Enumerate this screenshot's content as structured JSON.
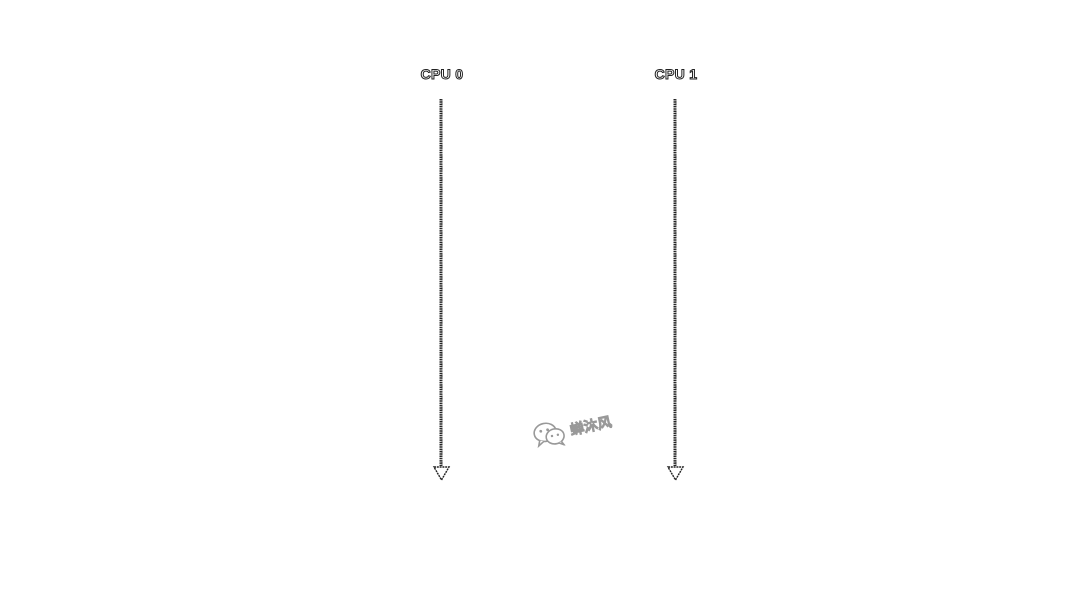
{
  "diagram": {
    "cpus": [
      {
        "label": "CPU 0"
      },
      {
        "label": "CPU 1"
      }
    ]
  },
  "watermark": {
    "text": "蝉沐风",
    "icon": "wechat-icon"
  },
  "colors": {
    "line": "#222222",
    "background": "#ffffff",
    "watermark": "#777777"
  }
}
